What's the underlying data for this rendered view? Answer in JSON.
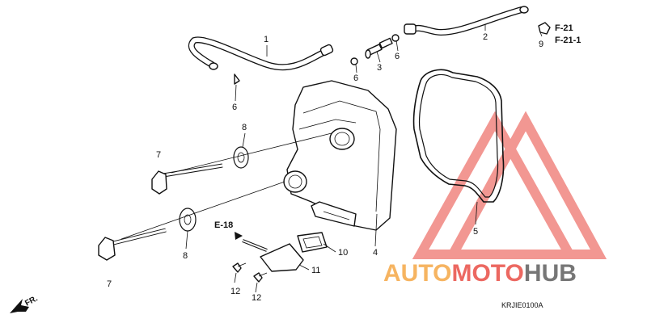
{
  "callouts": {
    "c1": "1",
    "c2": "2",
    "c3": "3",
    "c5": "5",
    "c6a": "6",
    "c6b": "6",
    "c6c": "6",
    "c7a": "7",
    "c7b": "7",
    "c8a": "8",
    "c8b": "8",
    "c9": "9",
    "c4": "4",
    "c10": "10",
    "c11": "11",
    "c12a": "12",
    "c12b": "12"
  },
  "refs": {
    "f21": "F-21",
    "f211": "F-21-1",
    "e18": "E-18"
  },
  "direction": "FR.",
  "drawing_code": "KRJIE0100A",
  "watermark": {
    "part1": "AUTO",
    "part2": "MOTO",
    "part3": "HUB"
  },
  "colors": {
    "watermark_red": "#e8433a",
    "watermark_orange": "#f4a23a",
    "watermark_dark": "#555555",
    "line": "#111111"
  }
}
